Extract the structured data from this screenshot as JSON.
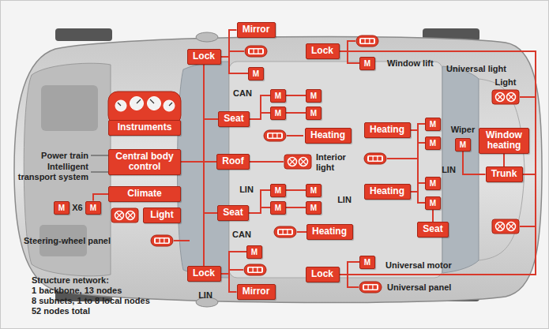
{
  "diagram": {
    "nodes": [
      {
        "text": [
          "Mirror"
        ]
      },
      {
        "text": [
          "Lock"
        ]
      },
      {
        "text": [
          "M"
        ]
      },
      {
        "text": [
          "Lock"
        ]
      },
      {
        "text": [
          "M"
        ]
      },
      {
        "text": [
          "Instruments"
        ]
      },
      {
        "text": [
          "Seat"
        ]
      },
      {
        "text": [
          "M"
        ]
      },
      {
        "text": [
          "M"
        ]
      },
      {
        "text": [
          "M"
        ]
      },
      {
        "text": [
          "M"
        ]
      },
      {
        "text": [
          "Heating"
        ]
      },
      {
        "text": [
          "Heating"
        ]
      },
      {
        "text": [
          "M"
        ]
      },
      {
        "text": [
          "M"
        ]
      },
      {
        "text": [
          "M"
        ]
      },
      {
        "text": [
          "Window heating"
        ]
      },
      {
        "text": [
          "Central body control"
        ]
      },
      {
        "text": [
          "Roof"
        ]
      },
      {
        "text": [
          "Trunk"
        ]
      },
      {
        "text": [
          "Climate"
        ]
      },
      {
        "text": [
          "M"
        ]
      },
      {
        "text": [
          "M"
        ]
      },
      {
        "text": [
          "M"
        ]
      },
      {
        "text": [
          "M"
        ]
      },
      {
        "text": [
          "Heating"
        ]
      },
      {
        "text": [
          "M"
        ]
      },
      {
        "text": [
          "M"
        ]
      },
      {
        "text": [
          "M"
        ]
      },
      {
        "text": [
          "M"
        ]
      },
      {
        "text": [
          "Light"
        ]
      },
      {
        "text": [
          "Seat"
        ]
      },
      {
        "text": [
          "Seat"
        ]
      },
      {
        "text": [
          "Heating"
        ]
      },
      {
        "text": [
          "M"
        ]
      },
      {
        "text": [
          "Lock"
        ]
      },
      {
        "text": [
          "M"
        ]
      },
      {
        "text": [
          "Lock"
        ]
      },
      {
        "text": [
          "Mirror"
        ]
      }
    ],
    "edges": [
      {
        "from": 1,
        "to": 0,
        "arrow": "none"
      },
      {
        "from": 1,
        "to": 2,
        "arrow": "none"
      },
      {
        "from": 3,
        "to": 4,
        "arrow": "none"
      },
      {
        "from": 6,
        "to": 7,
        "arrow": "none"
      },
      {
        "from": 6,
        "to": 9,
        "arrow": "none"
      },
      {
        "from": 7,
        "to": 8,
        "arrow": "none"
      },
      {
        "from": 9,
        "to": 10,
        "arrow": "none"
      },
      {
        "from": 12,
        "to": 13,
        "arrow": "none"
      },
      {
        "from": 12,
        "to": 14,
        "arrow": "none"
      },
      {
        "from": 19,
        "to": 16,
        "arrow": "none"
      },
      {
        "from": 15,
        "to": 19,
        "arrow": "none"
      },
      {
        "from": 17,
        "to": 18,
        "arrow": "none"
      },
      {
        "from": 17,
        "to": 1,
        "arrow": "none"
      },
      {
        "from": 17,
        "to": 6,
        "arrow": "none"
      },
      {
        "from": 17,
        "to": 31,
        "arrow": "none"
      },
      {
        "from": 17,
        "to": 35,
        "arrow": "none"
      },
      {
        "from": 31,
        "to": 21,
        "arrow": "none"
      },
      {
        "from": 31,
        "to": 23,
        "arrow": "none"
      },
      {
        "from": 21,
        "to": 22,
        "arrow": "none"
      },
      {
        "from": 23,
        "to": 24,
        "arrow": "none"
      },
      {
        "from": 25,
        "to": 26,
        "arrow": "none"
      },
      {
        "from": 25,
        "to": 27,
        "arrow": "none"
      },
      {
        "from": 32,
        "to": 27,
        "arrow": "none"
      },
      {
        "from": 35,
        "to": 34,
        "arrow": "none"
      },
      {
        "from": 35,
        "to": 38,
        "arrow": "none"
      },
      {
        "from": 37,
        "to": 36,
        "arrow": "none"
      },
      {
        "from": 20,
        "to": 29,
        "arrow": "none"
      },
      {
        "from": 3,
        "to": 19,
        "arrow": "none"
      },
      {
        "from": 37,
        "to": 19,
        "arrow": "none"
      }
    ],
    "labels": [
      "Window lift",
      "Universal light",
      "Light",
      "CAN",
      "Wiper",
      "Power train",
      "Intelligent transport system",
      "Interior light",
      "LIN",
      "LIN",
      "LIN",
      "X6",
      "Steering-wheel panel",
      "CAN",
      "Universal motor",
      "Universal panel",
      "LIN",
      "Structure network:",
      "1 backbone, 13 nodes",
      "8 subnets, 1 to 8 local nodes",
      "52 nodes total"
    ]
  }
}
